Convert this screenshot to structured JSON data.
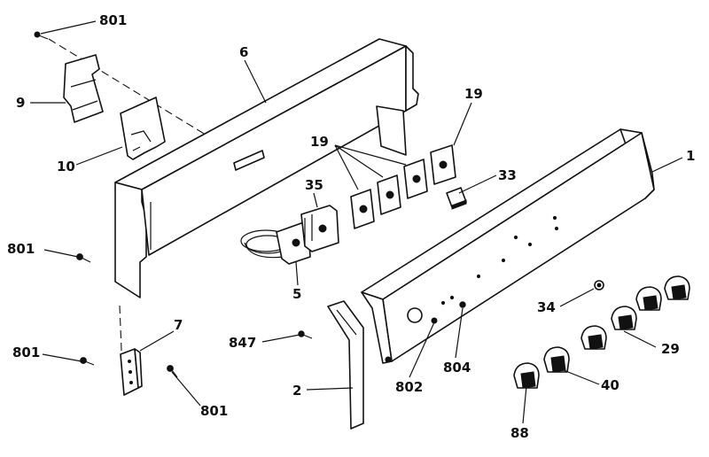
{
  "labels": {
    "l801a": "801",
    "l9": "9",
    "l6": "6",
    "l10": "10",
    "l19a": "19",
    "l19b": "19",
    "l33": "33",
    "l1": "1",
    "l35": "35",
    "l801b": "801",
    "l5": "5",
    "l34": "34",
    "l7": "7",
    "l847": "847",
    "l29": "29",
    "l801c": "801",
    "l802": "802",
    "l804": "804",
    "l40": "40",
    "l2": "2",
    "l801d": "801",
    "l88": "88"
  }
}
